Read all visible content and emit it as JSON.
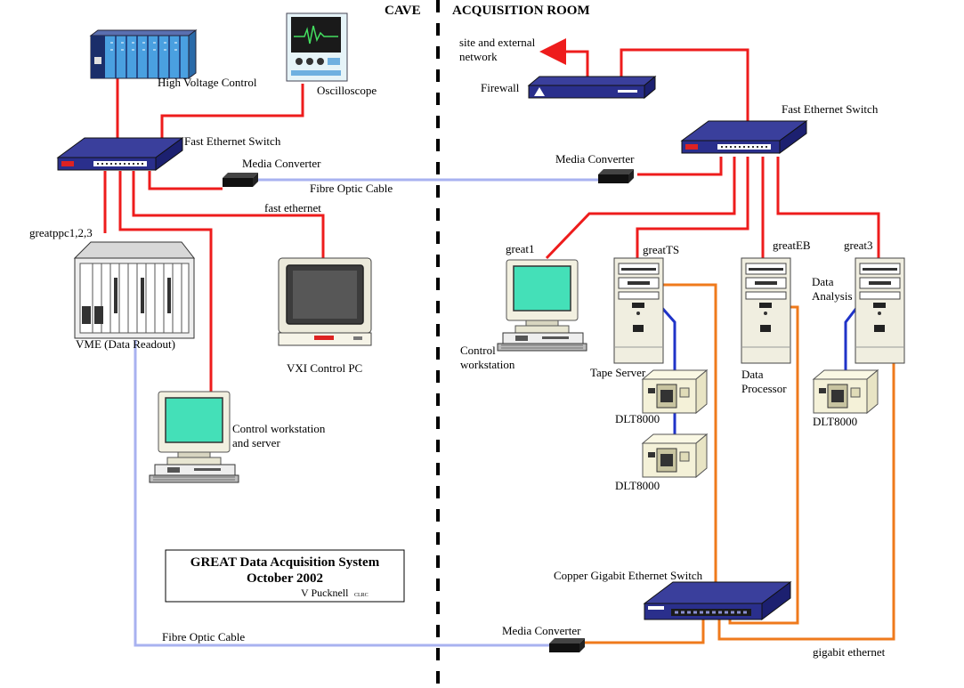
{
  "header": {
    "cave": "CAVE",
    "acquisition_room": "ACQUISITION ROOM"
  },
  "title_box": {
    "line1": "GREAT Data Acquisition System",
    "line2": "October 2002",
    "author": "V Pucknell",
    "author_suffix": "CLRC"
  },
  "devices": {
    "hv_control": "High Voltage Control",
    "oscilloscope": "Oscilloscope",
    "cave_switch": "Fast Ethernet Switch",
    "cave_media_converter": "Media Converter",
    "greatppc": "greatppc1,2,3",
    "vme": "VME (Data Readout)",
    "vxi_pc": "VXI Control PC",
    "cave_workstation_line1": "Control workstation",
    "cave_workstation_line2": "and server",
    "site_network_line1": "site and external",
    "site_network_line2": "network",
    "firewall": "Firewall",
    "acq_switch": "Fast Ethernet Switch",
    "acq_media_converter": "Media Converter",
    "great1": "great1",
    "control_ws_line1": "Control",
    "control_ws_line2": "workstation",
    "greatTS": "greatTS",
    "tape_server": "Tape Server",
    "greatEB": "greatEB",
    "data_processor_line1": "Data",
    "data_processor_line2": "Processor",
    "great3": "great3",
    "data_analysis_line1": "Data",
    "data_analysis_line2": "Analysis",
    "dlt_1": "DLT8000",
    "dlt_2": "DLT8000",
    "dlt_3": "DLT8000",
    "gigabit_switch": "Copper Gigabit Ethernet Switch",
    "bottom_media_converter": "Media Converter"
  },
  "links": {
    "fibre_top": "Fibre Optic Cable",
    "fast_ethernet": "fast ethernet",
    "fibre_bottom": "Fibre Optic Cable",
    "gigabit_ethernet": "gigabit ethernet"
  },
  "colors": {
    "fast_ethernet_link": "#ee1c1c",
    "fibre_link": "#a8b2f0",
    "gigabit_link": "#ef7a1c",
    "scsi_link": "#1f33c8",
    "switch_body": "#2a2f8c",
    "screen": "#44e0b8",
    "device_beige": "#f4f1d8"
  }
}
